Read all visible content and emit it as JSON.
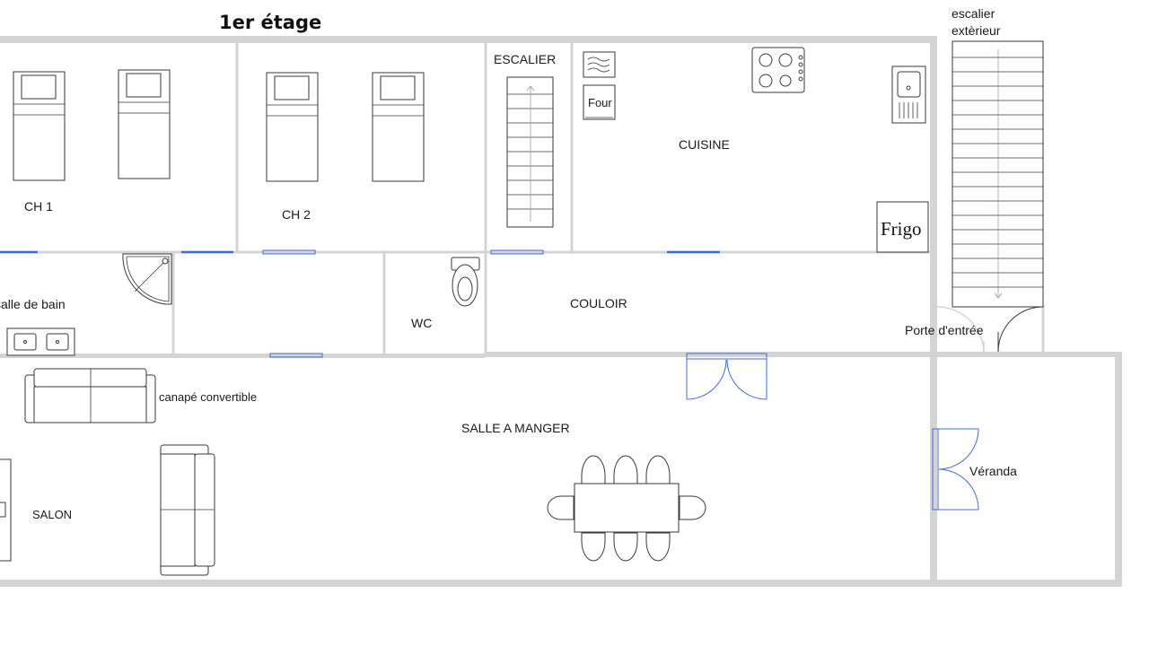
{
  "title": "1er étage",
  "rooms": {
    "ch1": "CH 1",
    "ch2": "CH 2",
    "escalier": "ESCALIER",
    "cuisine": "CUISINE",
    "salle_de_bain": "salle de bain",
    "wc": "WC",
    "couloir": "COULOIR",
    "salle_a_manger": "SALLE A MANGER",
    "salon": "SALON",
    "veranda": "Véranda"
  },
  "fixtures": {
    "four": "Four",
    "frigo": "Frigo",
    "canape": "canapé convertible",
    "escalier_exterieur_line1": "escalier",
    "escalier_exterieur_line2": "extèrieur",
    "porte_entree": "Porte d'entrée"
  },
  "colors": {
    "wall": "#d4d4d4",
    "door": "#3b6fd8",
    "furniture_stroke": "#3a3a3a"
  }
}
